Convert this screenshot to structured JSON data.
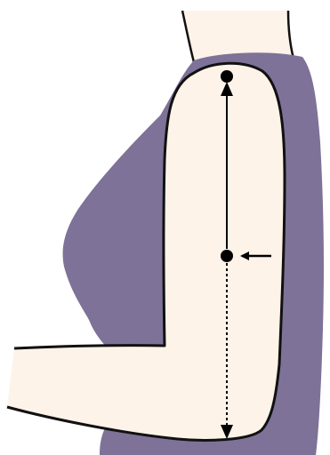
{
  "diagram": {
    "subject": "upper-arm-measurement",
    "colors": {
      "background": "#ffffff",
      "clothing": "#7e7298",
      "skin": "#fdf3e9",
      "outline": "#111111",
      "marker": "#000000"
    },
    "markers": [
      {
        "name": "shoulder-point-marker"
      },
      {
        "name": "midpoint-marker"
      },
      {
        "name": "elbow-point-marker"
      }
    ],
    "lines": [
      {
        "name": "shoulder-to-midpoint-line",
        "style": "solid"
      },
      {
        "name": "midpoint-to-elbow-line",
        "style": "dashed"
      }
    ],
    "indicator": {
      "name": "midpoint-indicator-arrow",
      "direction": "left"
    }
  }
}
